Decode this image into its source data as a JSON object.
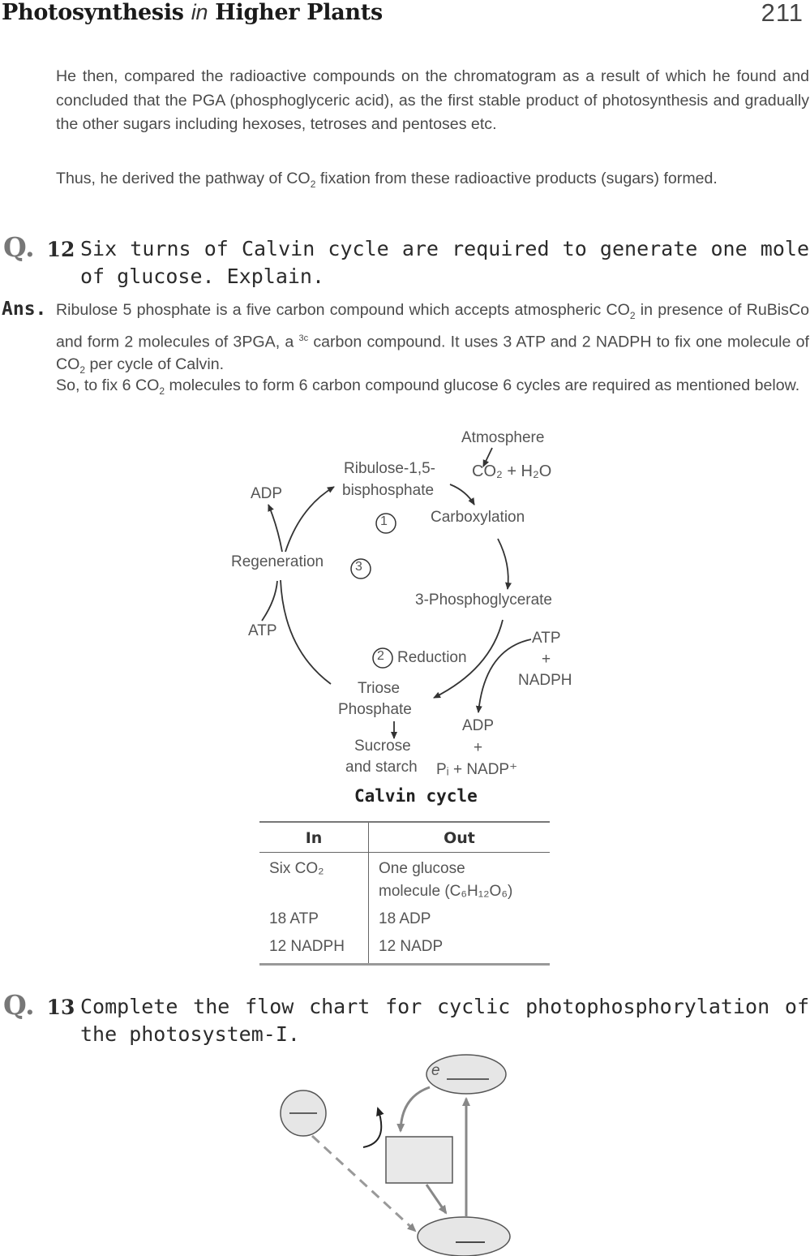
{
  "header": {
    "title_part1": "Photosynthesis ",
    "title_italic": "in",
    "title_part2": " Higher Plants",
    "page_number": "211"
  },
  "intro": {
    "para1": "He then, compared the radioactive compounds on the chromatogram as a result of which he found and concluded that the PGA (phosphoglyceric acid), as the first stable product of photosynthesis and gradually the other sugars including hexoses, tetroses and pentoses etc.",
    "para2_a": "Thus, he derived the pathway of CO",
    "para2_sub": "2",
    "para2_b": " fixation from these radioactive products (sugars) formed."
  },
  "q12": {
    "mark": "Q.",
    "number": "12",
    "text": "Six turns of Calvin cycle are required to generate one mole of glucose. Explain."
  },
  "answer": {
    "label": "Ans.",
    "p1_a": "Ribulose 5 phosphate is a five carbon compound which accepts atmospheric CO",
    "p1_sub1": "2",
    "p1_b": " in presence of RuBisCo and form 2 molecules of 3PGA, a ",
    "p1_sup": "3c",
    "p1_c": " carbon compound. It uses 3 ATP and 2 NADPH to fix one molecule of CO",
    "p1_sub2": "2",
    "p1_d": " per cycle of Calvin.",
    "p2_a": "So, to fix 6 CO",
    "p2_sub": "2",
    "p2_b": " molecules to form 6 carbon compound glucose 6 cycles are required as mentioned below."
  },
  "calvin": {
    "atmosphere": "Atmosphere",
    "co2_h2o": "CO₂ + H₂O",
    "ribulose_1": "Ribulose-1,5-",
    "ribulose_2": "bisphosphate",
    "adp_top": "ADP",
    "step1_num": "1",
    "carboxylation": "Carboxylation",
    "regeneration": "Regeneration",
    "step3_num": "3",
    "pga": "3-Phosphoglycerate",
    "atp_left": "ATP",
    "atp_right": "ATP",
    "plus1": "+",
    "nadph": "NADPH",
    "step2_num": "2",
    "reduction": "Reduction",
    "triose_1": "Triose",
    "triose_2": "Phosphate",
    "adp_bottom": "ADP",
    "plus2": "+",
    "sucrose_1": "Sucrose",
    "sucrose_2": "and starch",
    "pi_nadp": "Pᵢ + NADP⁺",
    "caption": "Calvin cycle"
  },
  "io_table": {
    "headers": [
      "In",
      "Out"
    ],
    "rows": [
      {
        "in": "Six CO₂",
        "out_1": "One glucose",
        "out_2": "molecule (C₆H₁₂O₆)"
      },
      {
        "in": "18 ATP",
        "out_1": "18 ADP",
        "out_2": ""
      },
      {
        "in": "12 NADPH",
        "out_1": "12 NADP",
        "out_2": ""
      }
    ]
  },
  "q13": {
    "mark": "Q.",
    "number": "13",
    "text": "Complete the flow chart for cyclic photophosphorylation of the photosystem-I."
  },
  "flow": {
    "e_label": "e",
    "blank_left": "—",
    "blank_bottom": "—"
  }
}
